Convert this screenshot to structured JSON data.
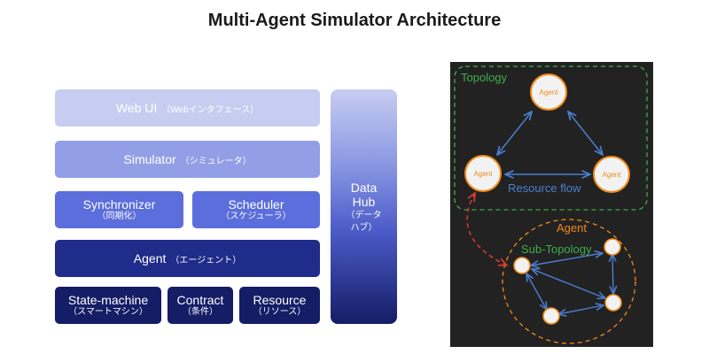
{
  "title": "Multi-Agent Simulator Architecture",
  "stack": {
    "web_ui": {
      "main": "Web UI",
      "sub": "（Webインタフェース）"
    },
    "simulator": {
      "main": "Simulator",
      "sub": "（シミュレータ）"
    },
    "synchronizer": {
      "main": "Synchronizer",
      "sub": "（同期化）"
    },
    "scheduler": {
      "main": "Scheduler",
      "sub": "（スケジューラ）"
    },
    "agent": {
      "main": "Agent",
      "sub": "（エージェント）"
    },
    "state_machine": {
      "main": "State-machine",
      "sub": "（スマートマシン）"
    },
    "contract": {
      "main": "Contract",
      "sub": "（条件）"
    },
    "resource": {
      "main": "Resource",
      "sub": "（リソース）"
    },
    "data_hub": {
      "line1": "Data",
      "line2": "Hub",
      "sub1": "（データ",
      "sub2": "ハブ）"
    }
  },
  "topology": {
    "topology_label": "Topology",
    "node_top": "Agent",
    "node_left": "Agent",
    "node_right": "Agent",
    "resource_flow": "Resource flow",
    "agent_label": "Agent",
    "sub_topology_label": "Sub-Topology"
  },
  "colors": {
    "panel_bg": "#222222",
    "topology_border": "#3fae4a",
    "topology_text": "#3fae4a",
    "agent_border": "#f08a1a",
    "arrow_blue": "#4a7fd0",
    "arrow_red": "#e03a2f",
    "node_fill": "#f2f2f2"
  }
}
